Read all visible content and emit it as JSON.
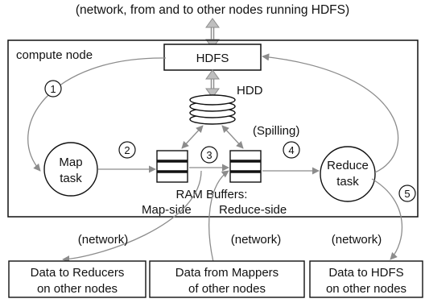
{
  "header": "(network, from and to other nodes running HDFS)",
  "compute_node": {
    "label": "compute node",
    "hdfs": "HDFS",
    "hdd": "HDD",
    "spilling": "(Spilling)",
    "map_task": [
      "Map",
      "task"
    ],
    "reduce_task": [
      "Reduce",
      "task"
    ],
    "ram_buffers": "RAM Buffers:",
    "map_side": "Map-side",
    "reduce_side": "Reduce-side"
  },
  "steps": [
    "1",
    "2",
    "3",
    "4",
    "5"
  ],
  "network_labels": [
    "(network)",
    "(network)",
    "(network)"
  ],
  "destinations": [
    [
      "Data to Reducers",
      "on other nodes"
    ],
    [
      "Data from Mappers",
      "of other nodes"
    ],
    [
      "Data to HDFS",
      "on other nodes"
    ]
  ],
  "colors": {
    "stroke": "#111111",
    "arrow": "#8c8c8c",
    "arrow_fill": "#bfbfbf",
    "background": "#ffffff"
  }
}
